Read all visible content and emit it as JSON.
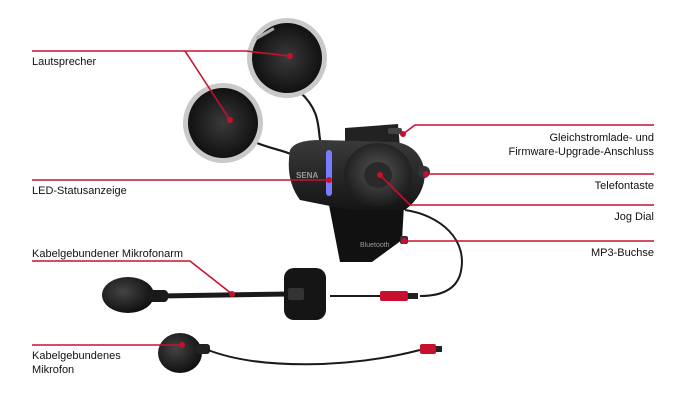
{
  "labels": {
    "speaker": "Lautsprecher",
    "led": "LED-Statusanzeige",
    "boom_mic": "Kabelgebundener Mikrofonarm",
    "wired_mic_line1": "Kabelgebundenes",
    "wired_mic_line2": "Mikrofon",
    "dc_port_line1": "Gleichstromlade- und",
    "dc_port_line2": "Firmware-Upgrade-Anschluss",
    "phone_button": "Telefontaste",
    "jog_dial": "Jog Dial",
    "mp3_jack": "MP3-Buchse"
  },
  "device": {
    "brand": "SENA",
    "bluetooth_text": "Bluetooth"
  },
  "colors": {
    "leader": "#c8102e",
    "device_dark": "#1c1c1c",
    "led_glow": "#7a7cff"
  }
}
